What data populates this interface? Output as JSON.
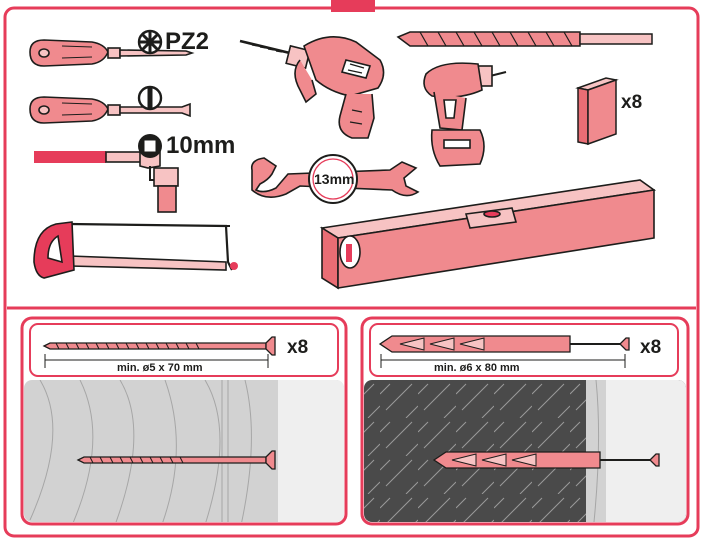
{
  "tools": {
    "phillips_size": "PZ2",
    "socket_size": "10mm",
    "wrench_size": "13mm",
    "pads_count": "x8"
  },
  "fixings": {
    "wood": {
      "count": "x8",
      "spec": "min. ø5 x 70 mm"
    },
    "masonry": {
      "count": "x8",
      "spec": "min. ø6 x 80 mm"
    }
  },
  "colors": {
    "frame": "#e63c5a",
    "tool_fill": "#f08a8e",
    "tool_light": "#f7c3c3",
    "outline": "#1d1d1b",
    "wood_bg": "#d2d2d2",
    "concrete_bg": "#4a4a4a"
  },
  "icons": [
    "phillips-cross-icon",
    "flat-slot-icon",
    "socket-square-icon"
  ]
}
